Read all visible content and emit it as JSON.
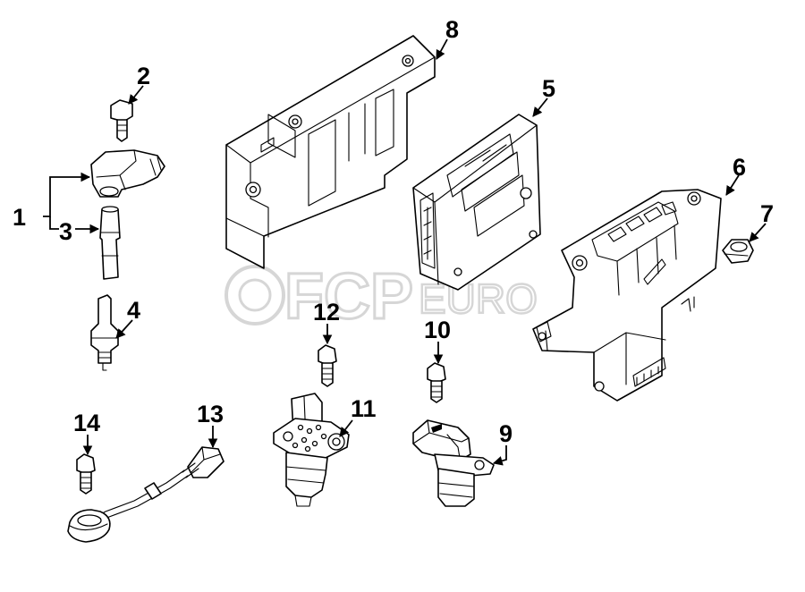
{
  "diagram": {
    "callouts": [
      "1",
      "2",
      "3",
      "4",
      "5",
      "6",
      "7",
      "8",
      "9",
      "10",
      "11",
      "12",
      "13",
      "14"
    ],
    "watermark": {
      "brand": "FCP",
      "suffix": "EURO"
    }
  },
  "colors": {
    "ink": "#000000",
    "background": "#ffffff",
    "watermark": "#d6d6d6"
  }
}
